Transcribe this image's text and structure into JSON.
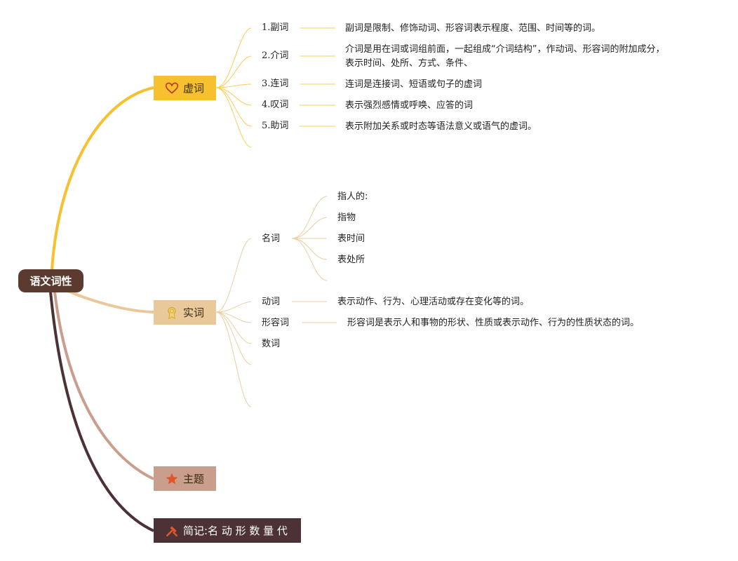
{
  "root": {
    "label": "语文词性"
  },
  "branches": {
    "xuci": {
      "label": "虚词",
      "icon": "heart-icon",
      "color": "#f6c02f",
      "items": [
        {
          "label": "1.副词",
          "desc": "副词是限制、修饰动词、形容词表示程度、范围、时间等的词。"
        },
        {
          "label": "2.介词",
          "desc_line1": "介词是用在词或词组前面，一起组成“介词结构”，作动词、形容词的附加成分，",
          "desc_line2": "表示时间、处所、方式、条件、"
        },
        {
          "label": "3.连词",
          "desc": "连词是连接词、短语或句子的虚词"
        },
        {
          "label": "4.叹词",
          "desc": "表示强烈感情或呼唤、应答的词"
        },
        {
          "label": "5.助词",
          "desc": "表示附加关系或时态等语法意义或语气的虚词。"
        }
      ]
    },
    "shici": {
      "label": "实词",
      "icon": "badge-icon",
      "color": "#e9c99a",
      "mingci": {
        "label": "名词",
        "children": [
          "指人的:",
          "指物",
          "表时间",
          "表处所"
        ]
      },
      "dongci": {
        "label": "动词",
        "desc": "表示动作、行为、心理活动或存在变化等的词。"
      },
      "xingrongci": {
        "label": "形容词",
        "desc": "形容词是表示人和事物的形状、性质或表示动作、行为的性质状态的词。"
      },
      "shuci": {
        "label": "数词"
      }
    },
    "zhuti": {
      "label": "主题",
      "icon": "star-icon",
      "color": "#c99e8c"
    },
    "jianji": {
      "label": "简记:名 动 形 数 量 代",
      "icon": "tools-icon",
      "color": "#4c3236"
    }
  }
}
